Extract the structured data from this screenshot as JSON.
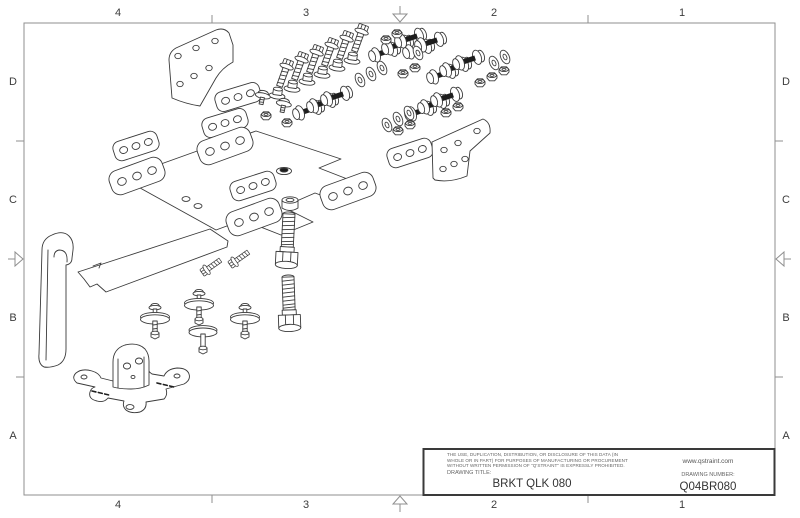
{
  "sheet": {
    "zone_columns": [
      "4",
      "3",
      "2",
      "1"
    ],
    "zone_rows": [
      "D",
      "C",
      "B",
      "A"
    ],
    "frame_color": "#8f8f8f",
    "ink_color": "#3a3a3a"
  },
  "title_block": {
    "legal_lines": [
      "THE USE, DUPLICATION, DISTRIBUTION, OR DISCLOSURE OF THIS DATA (IN",
      "WHOLE OR IN PART) FOR PURPOSES OF MANUFACTURING OR PROCUREMENT",
      "WITHOUT WRITTEN PERMISSION OF \"Q'STRAINT\" IS EXPRESSLY PROHIBITED."
    ],
    "drawing_title_label": "DRAWING TITLE:",
    "drawing_title": "BRKT QLK 080",
    "website": "www.qstraint.com",
    "drawing_number_label": "DRAWING NUMBER:",
    "drawing_number": "Q04BR080"
  },
  "drawing": {
    "view": "exploded isometric assembly",
    "parts": [
      "gusset plate left",
      "gusset plate right",
      "spacer strips",
      "hex flange bolts",
      "flange nuts",
      "shoulder bolts",
      "washers",
      "hex nuts",
      "button screws",
      "main bracket plate",
      "corner flanges",
      "center screw",
      "center hex nut",
      "long hex bolts",
      "anchor plate",
      "hook lever",
      "stud washer assemblies",
      "base plate",
      "clevis bracket"
    ]
  }
}
